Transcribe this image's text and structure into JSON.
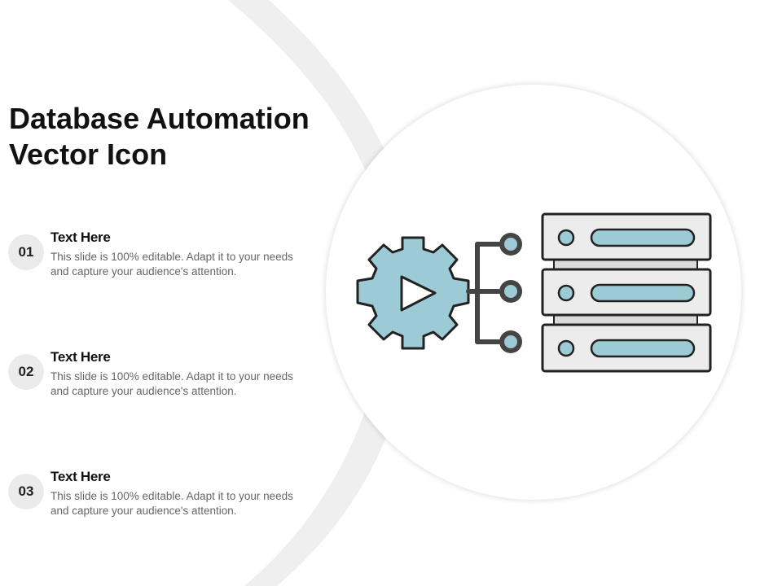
{
  "slide": {
    "title_line1": "Database Automation",
    "title_line2": "Vector Icon"
  },
  "items": [
    {
      "number": "01",
      "heading": "Text Here",
      "body": "This slide is 100% editable. Adapt it to your needs and capture your audience's attention."
    },
    {
      "number": "02",
      "heading": "Text Here",
      "body": "This slide is 100% editable. Adapt it to your needs and capture your audience's attention."
    },
    {
      "number": "03",
      "heading": "Text Here",
      "body": "This slide is 100% editable. Adapt it to your needs and capture your audience's attention."
    }
  ],
  "icon": {
    "name": "database-automation-icon",
    "parts": [
      "gear-icon",
      "play-icon",
      "connector-icon",
      "server-stack-icon"
    ]
  },
  "colors": {
    "accent": "#9ccbd6",
    "outline": "#222222",
    "server_fill": "#ececec",
    "badge_fill": "#ebebeb",
    "background_arc": "#efefef"
  }
}
